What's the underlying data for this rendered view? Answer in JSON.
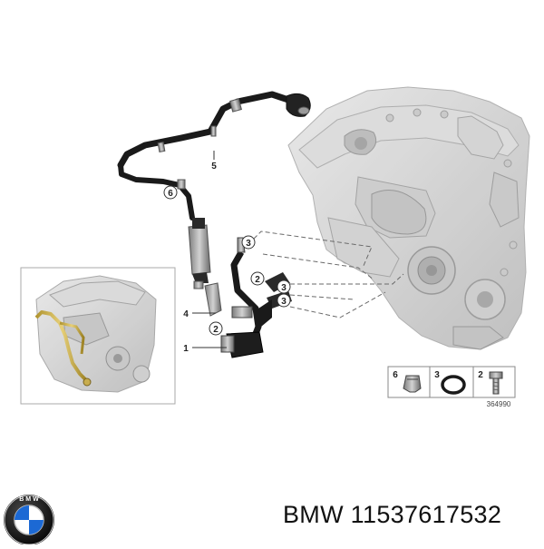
{
  "diagram": {
    "part_labels": [
      "1",
      "2",
      "3",
      "4",
      "5",
      "6"
    ],
    "legend": [
      {
        "number": "6",
        "icon": "clip-icon"
      },
      {
        "number": "3",
        "icon": "o-ring-icon"
      },
      {
        "number": "2",
        "icon": "bolt-icon"
      }
    ],
    "legend_code": "364990"
  },
  "brand": {
    "logo": "BMW",
    "caption": "BMW 11537617532"
  }
}
